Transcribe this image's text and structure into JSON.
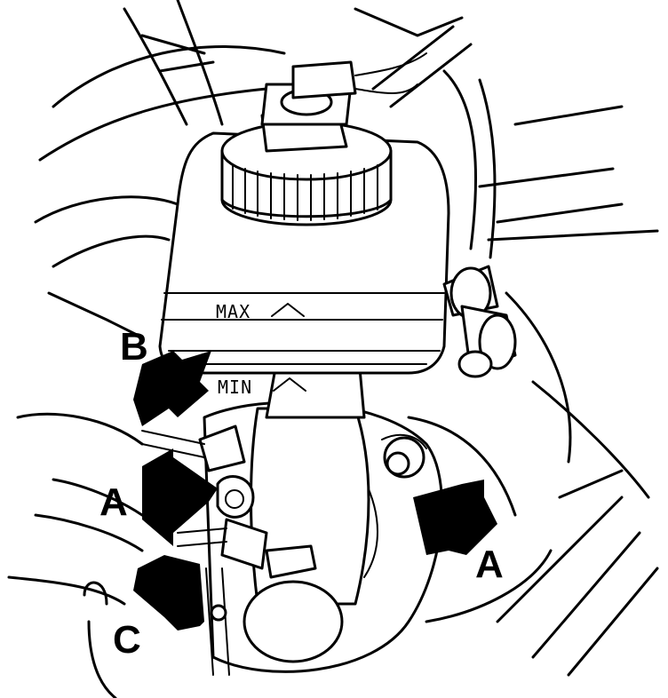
{
  "diagram": {
    "reservoir_marks": {
      "max": "MAX",
      "min": "MIN"
    },
    "callouts": [
      {
        "id": "B",
        "label": "B"
      },
      {
        "id": "A-left",
        "label": "A"
      },
      {
        "id": "A-right",
        "label": "A"
      },
      {
        "id": "C",
        "label": "C"
      }
    ]
  }
}
